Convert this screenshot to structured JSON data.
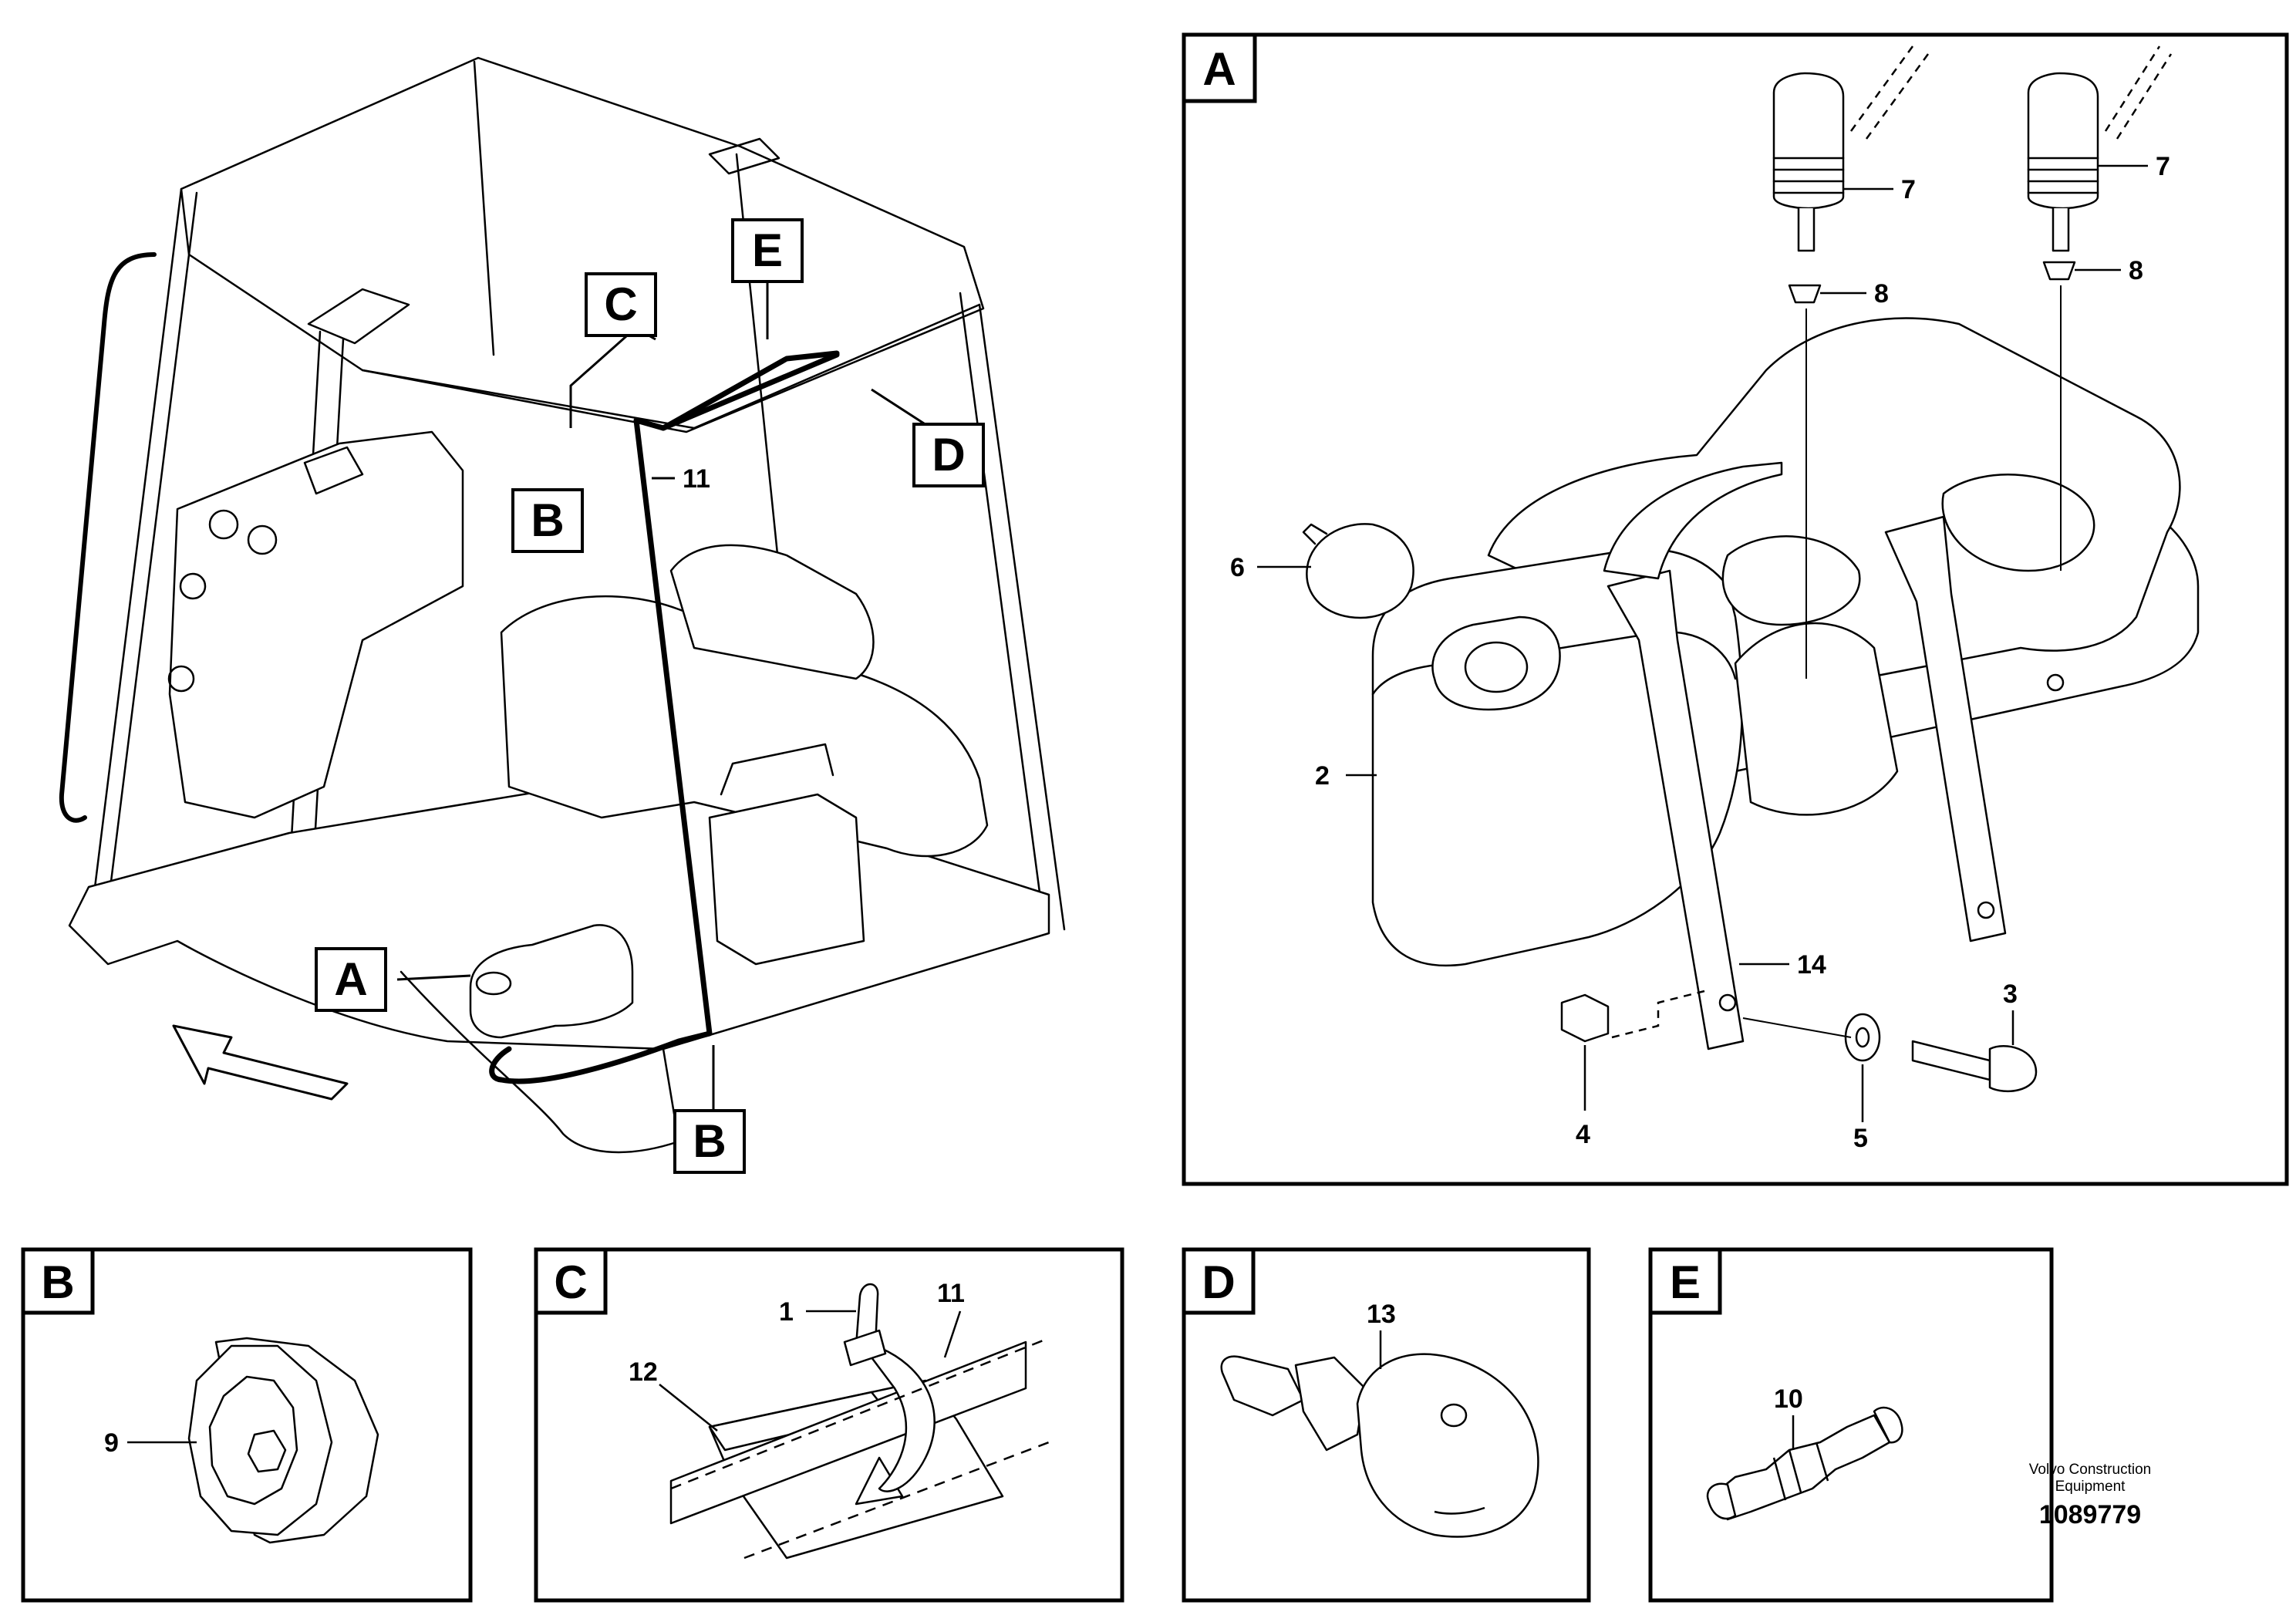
{
  "view_letters": {
    "a": "A",
    "b": "B",
    "c": "C",
    "d": "D",
    "e": "E"
  },
  "callouts": {
    "p1": "1",
    "p2": "2",
    "p3": "3",
    "p4": "4",
    "p5": "5",
    "p6": "6",
    "p7": "7",
    "p8": "8",
    "p9": "9",
    "p10": "10",
    "p11": "11",
    "p12": "12",
    "p13": "13",
    "p14": "14"
  },
  "footer": {
    "maker_line1": "Volvo Construction",
    "maker_line2": "Equipment",
    "doc_number": "1089779"
  }
}
